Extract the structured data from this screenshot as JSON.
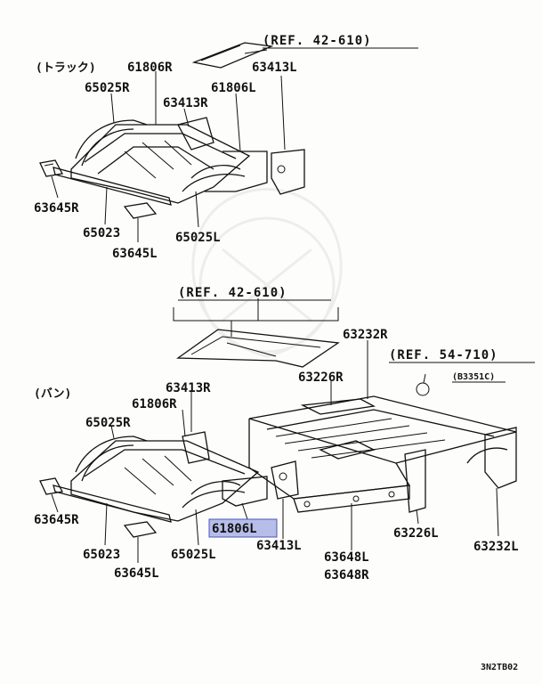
{
  "sections": {
    "truck": "(トラック)",
    "van": "(バン)"
  },
  "refs": {
    "top": "(REF. 42-610)",
    "mid": "(REF. 42-610)",
    "right": "(REF. 54-710)",
    "right_sub": "(B3351C)"
  },
  "truck_parts": {
    "p61806r": "61806R",
    "p63413l": "63413L",
    "p65025r": "65025R",
    "p61806l": "61806L",
    "p63413r": "63413R",
    "p63645r": "63645R",
    "p65023": "65023",
    "p63645l": "63645L",
    "p65025l": "65025L"
  },
  "van_parts": {
    "p63232r": "63232R",
    "p63226r": "63226R",
    "p63413r": "63413R",
    "p61806r": "61806R",
    "p65025r": "65025R",
    "p63645r": "63645R",
    "p61806l": "61806L",
    "p65023": "65023",
    "p65025l": "65025L",
    "p63645l": "63645L",
    "p63413l": "63413L",
    "p63648l": "63648L",
    "p63648r": "63648R",
    "p63226l": "63226L",
    "p63232l": "63232L"
  },
  "highlight_color": "#b6bde8",
  "diagram_code": "3N2TB02"
}
